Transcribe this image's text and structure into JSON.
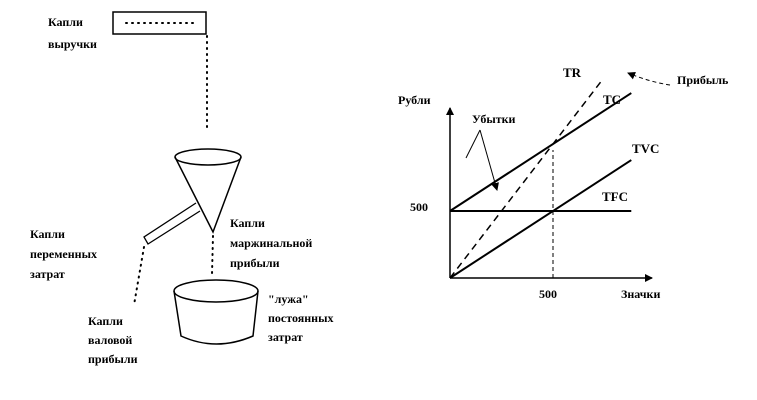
{
  "left_diagram": {
    "revenue_drops": [
      "Капли",
      "выручки"
    ],
    "variable_cost_drops": [
      "Капли",
      "переменных",
      "затрат"
    ],
    "marginal_profit_drops": [
      "Капли",
      "маржинальной",
      "прибыли"
    ],
    "gross_profit_drops": [
      "Капли",
      "валовой",
      "прибыли"
    ],
    "fixed_cost_pool": [
      "\"лужа\"",
      "постоянных",
      "затрат"
    ]
  },
  "chart": {
    "y_axis_label": "Рубли",
    "x_axis_label": "Значки",
    "y_tick": "500",
    "x_tick": "500",
    "annotation_losses": "Убытки",
    "annotation_profit": "Прибыль",
    "line_labels": {
      "tr": "TR",
      "tc": "TC",
      "tvc": "TVC",
      "tfc": "TFC"
    }
  },
  "chart_data": {
    "type": "line",
    "xlabel": "Значки",
    "ylabel": "Рубли",
    "x_ticks": [
      500
    ],
    "y_ticks": [
      500
    ],
    "series": [
      {
        "name": "TR",
        "style": "dashed",
        "x": [
          0,
          500
        ],
        "y": [
          0,
          1000
        ]
      },
      {
        "name": "TC",
        "style": "solid",
        "x": [
          0,
          500
        ],
        "y": [
          500,
          1000
        ]
      },
      {
        "name": "TVC",
        "style": "solid",
        "x": [
          0,
          500
        ],
        "y": [
          0,
          500
        ]
      },
      {
        "name": "TFC",
        "style": "solid",
        "x": [
          0,
          500
        ],
        "y": [
          500,
          500
        ]
      }
    ],
    "annotations": [
      "Убытки",
      "Прибыль"
    ],
    "reference_line_x": 500,
    "grid": false
  }
}
